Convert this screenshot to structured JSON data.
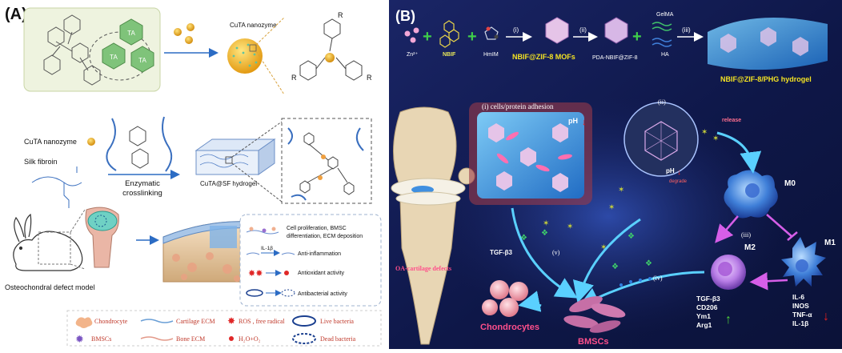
{
  "panel_a": {
    "label": "(A)",
    "ta_label": "TA",
    "cuta_title": "CuTA nanozyme",
    "r_label": "R",
    "cuta_legend": "CuTA nanozyme",
    "silk_fibroin": "Silk fibroin",
    "enzymatic_line1": "Enzymatic",
    "enzymatic_line2": "crosslinking",
    "hydrogel_label": "CuTA@SF hydrogel",
    "defect_model": "Osteochondral defect model",
    "effects": [
      "Cell proliferation, BMSC",
      "differentiation, ECM deposition",
      "Anti-inflammation",
      "Antioxidant activity",
      "Antibacterial activity"
    ],
    "il1b": "IL-1β",
    "legend": {
      "chondrocyte": "Chondrocyte",
      "bmscs": "BMSCs",
      "cartilage_ecm": "Cartilage ECM",
      "bone_ecm": "Bone ECM",
      "ros": "ROS , free radical",
      "h2o_o2": "H₂O+O₂",
      "live": "Live bacteria",
      "dead": "Dead bacteria"
    }
  },
  "panel_b": {
    "label": "(B)",
    "zn": "Zn²⁺",
    "nbif": "NBIF",
    "hmim": "HmIM",
    "step_i": "(i)",
    "step_ii": "(ii)",
    "step_iii": "(iii)",
    "mofs": "NBIF@ZIF-8 MOFs",
    "pda": "PDA-NBIF@ZIF-8",
    "gelma": "GelMA",
    "ha": "HA",
    "hydrogel": "NBIF@ZIF-8/PHG hydrogel",
    "cells_adhesion": "(i) cells/protein adhesion",
    "ph": "pH",
    "ii": "(ii)",
    "degrade": "degrade",
    "release": "release",
    "m0": "M0",
    "m1": "M1",
    "m2": "M2",
    "iii": "(iii)",
    "iv": "(iv)",
    "v": "(v)",
    "tgf": "TGF-β3",
    "oa": "OA-cartilage defects",
    "chondrocytes": "Chondrocytes",
    "bmscs": "BMSCs",
    "m2_markers": [
      "TGF-β3",
      "CD206",
      "Ym1",
      "Arg1"
    ],
    "m1_markers": [
      "IL-6",
      "INOS",
      "TNF-α",
      "IL-1β"
    ]
  },
  "colors": {
    "panel_b_bg": "#0d1545",
    "ta_green": "#7fc37a",
    "nano_yellow": "#f1b526",
    "title_yellow": "#f4e323",
    "label_pink": "#ff4f8b",
    "down_red": "#e22020",
    "up_green": "#4fd23a"
  }
}
